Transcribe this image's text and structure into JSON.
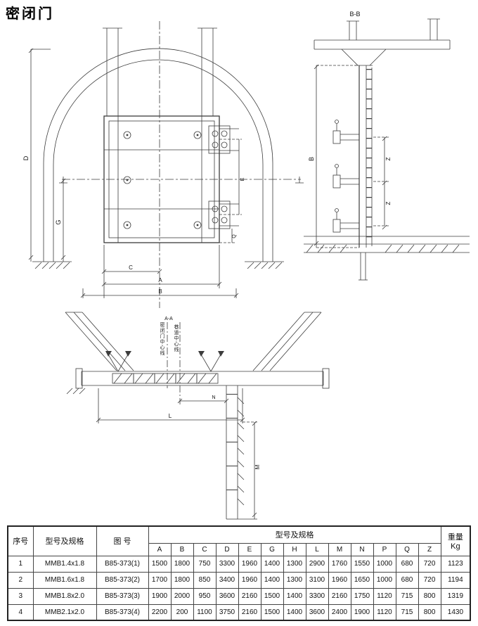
{
  "title": "密闭门",
  "views": {
    "front": {
      "dims": {
        "d": "D",
        "g": "G",
        "c": "C",
        "a": "A",
        "b": "B",
        "e": "E",
        "q": "Q"
      }
    },
    "side": {
      "label": "B-B",
      "dims": {
        "b": "B",
        "z_upper": "Z",
        "z_lower": "Z"
      }
    },
    "section": {
      "label": "A-A",
      "door_centerline_label": "密闭门中心线",
      "tunnel_centerline_label": "巷道中心线",
      "dims": {
        "l": "L",
        "m": "M",
        "n": "N"
      }
    }
  },
  "table": {
    "header": {
      "seq": "序号",
      "model": "型号及规格",
      "drawing_no": "图 号",
      "spec_group": "型号及规格",
      "weight": "重量",
      "weight_unit": "Kg"
    },
    "spec_letters": [
      "A",
      "B",
      "C",
      "D",
      "E",
      "G",
      "H",
      "L",
      "M",
      "N",
      "P",
      "Q",
      "Z"
    ],
    "rows": [
      {
        "seq": "1",
        "model": "MMB1.4x1.8",
        "drawing_no": "B85-373(1)",
        "values": [
          "1500",
          "1800",
          "750",
          "3300",
          "1960",
          "1400",
          "1300",
          "2900",
          "1760",
          "1550",
          "1000",
          "680",
          "720"
        ],
        "weight": "1123"
      },
      {
        "seq": "2",
        "model": "MMB1.6x1.8",
        "drawing_no": "B85-373(2)",
        "values": [
          "1700",
          "1800",
          "850",
          "3400",
          "1960",
          "1400",
          "1300",
          "3100",
          "1960",
          "1650",
          "1000",
          "680",
          "720"
        ],
        "weight": "1194"
      },
      {
        "seq": "3",
        "model": "MMB1.8x2.0",
        "drawing_no": "B85-373(3)",
        "values": [
          "1900",
          "2000",
          "950",
          "3600",
          "2160",
          "1500",
          "1400",
          "3300",
          "2160",
          "1750",
          "1120",
          "715",
          "800"
        ],
        "weight": "1319"
      },
      {
        "seq": "4",
        "model": "MMB2.1x2.0",
        "drawing_no": "B85-373(4)",
        "values": [
          "2200",
          "200",
          "1100",
          "3750",
          "2160",
          "1500",
          "1400",
          "3600",
          "2400",
          "1900",
          "1120",
          "715",
          "800"
        ],
        "weight": "1430"
      }
    ]
  }
}
